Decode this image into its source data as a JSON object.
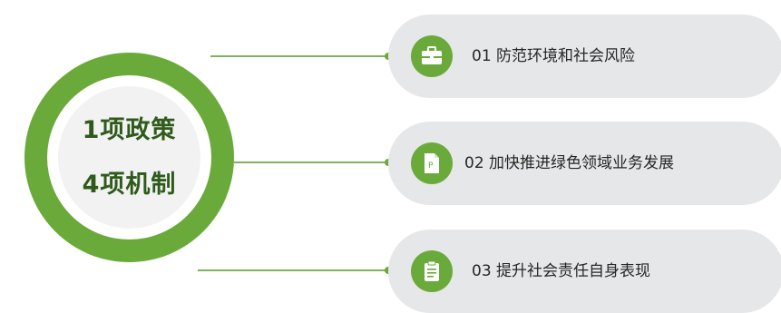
{
  "center": {
    "line1": "1项政策",
    "line2": "4项机制"
  },
  "items": [
    {
      "number": "01",
      "text": "01 防范环境和社会风险",
      "icon": "briefcase-icon"
    },
    {
      "number": "02",
      "text": "02 加快推进绿色领域业务发展",
      "icon": "document-p-icon"
    },
    {
      "number": "03",
      "text": "03 提升社会责任自身表现",
      "icon": "clipboard-icon"
    }
  ],
  "colors": {
    "accent_green": "#6aaa3a",
    "dark_green_text": "#2f5a1c",
    "pill_background": "#e6e7e8",
    "connector": "#7fb55a"
  }
}
